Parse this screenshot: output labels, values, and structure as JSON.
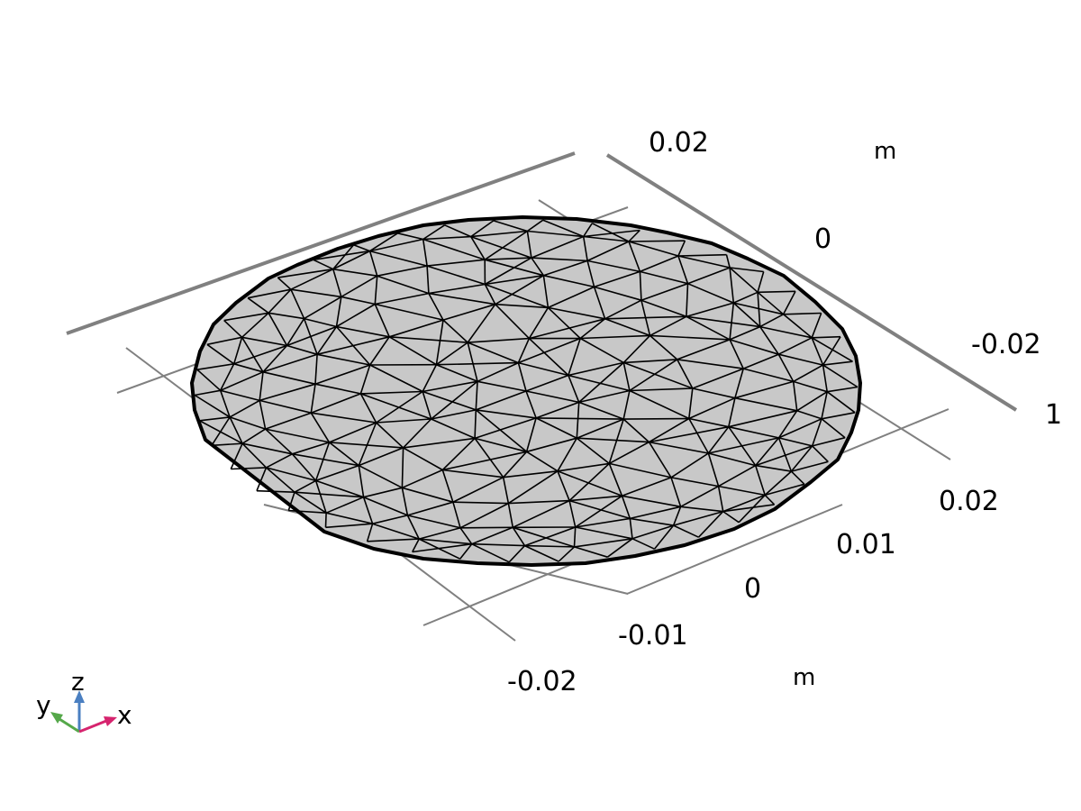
{
  "axes": {
    "x": {
      "ticks": [
        "0.02",
        "0.01",
        "0",
        "-0.01",
        "-0.02"
      ],
      "unit": "m"
    },
    "y": {
      "ticks": [
        "0.02",
        "0",
        "-0.02"
      ],
      "unit": "m"
    },
    "z": {
      "ticks": [
        "1"
      ]
    }
  },
  "triad": {
    "x_label": "x",
    "y_label": "y",
    "z_label": "z",
    "x_color": "#d6246e",
    "y_color": "#55a84a",
    "z_color": "#4a7fc1"
  },
  "mesh": {
    "fill_color": "#c8c8c8",
    "edge_color": "#000000",
    "type": "triangular"
  }
}
